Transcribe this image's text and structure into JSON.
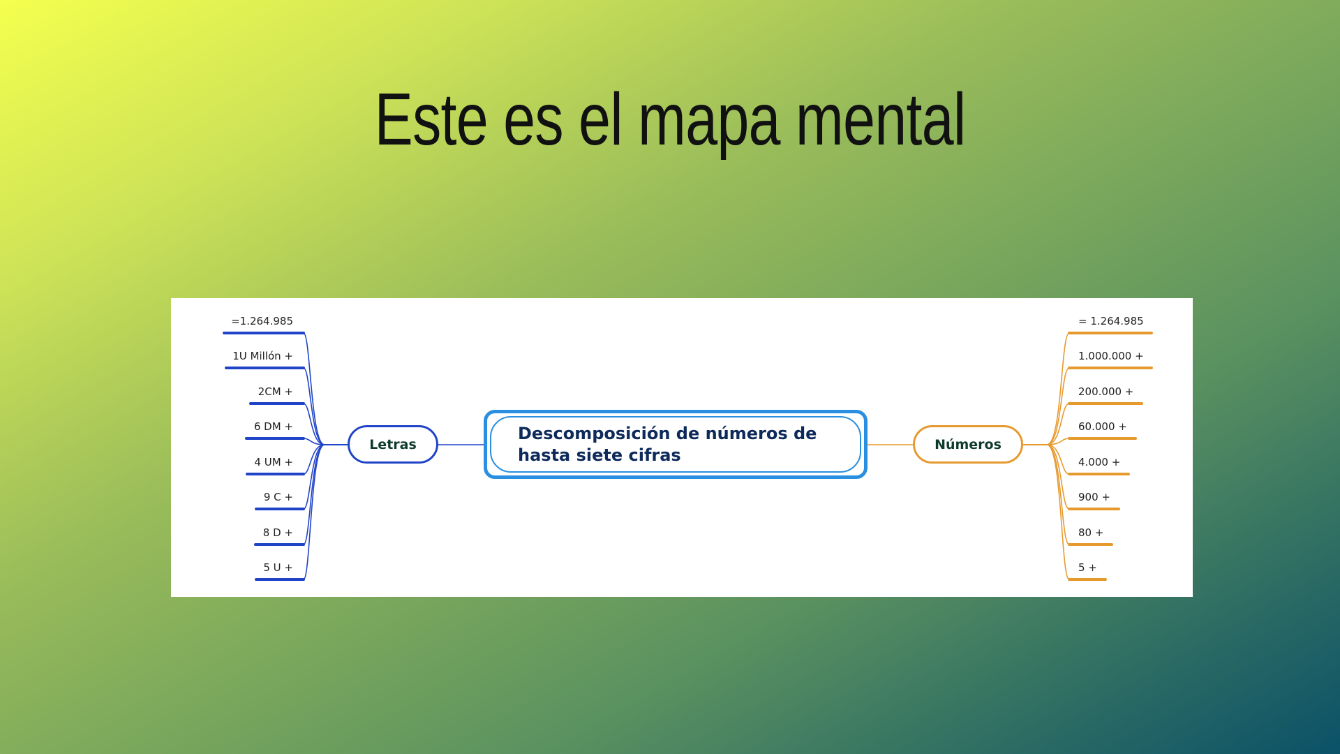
{
  "slide": {
    "title": "Este es el mapa mental"
  },
  "mindmap": {
    "central": {
      "line1": "Descomposición de números de",
      "line2": "hasta siete cifras",
      "color": "#2a8fe0"
    },
    "left_branch": {
      "label": "Letras",
      "color": "#1f44c8",
      "items": [
        "=1.264.985",
        "1U Millón +",
        "2CM +",
        "6 DM +",
        "4 UM +",
        "9 C +",
        "8 D +",
        "5 U +"
      ]
    },
    "right_branch": {
      "label": "Números",
      "color": "#e69a2e",
      "items": [
        "= 1.264.985",
        "1.000.000 +",
        "200.000 +",
        "60.000 +",
        "4.000 +",
        "900 +",
        "80 +",
        "5 +"
      ]
    }
  }
}
